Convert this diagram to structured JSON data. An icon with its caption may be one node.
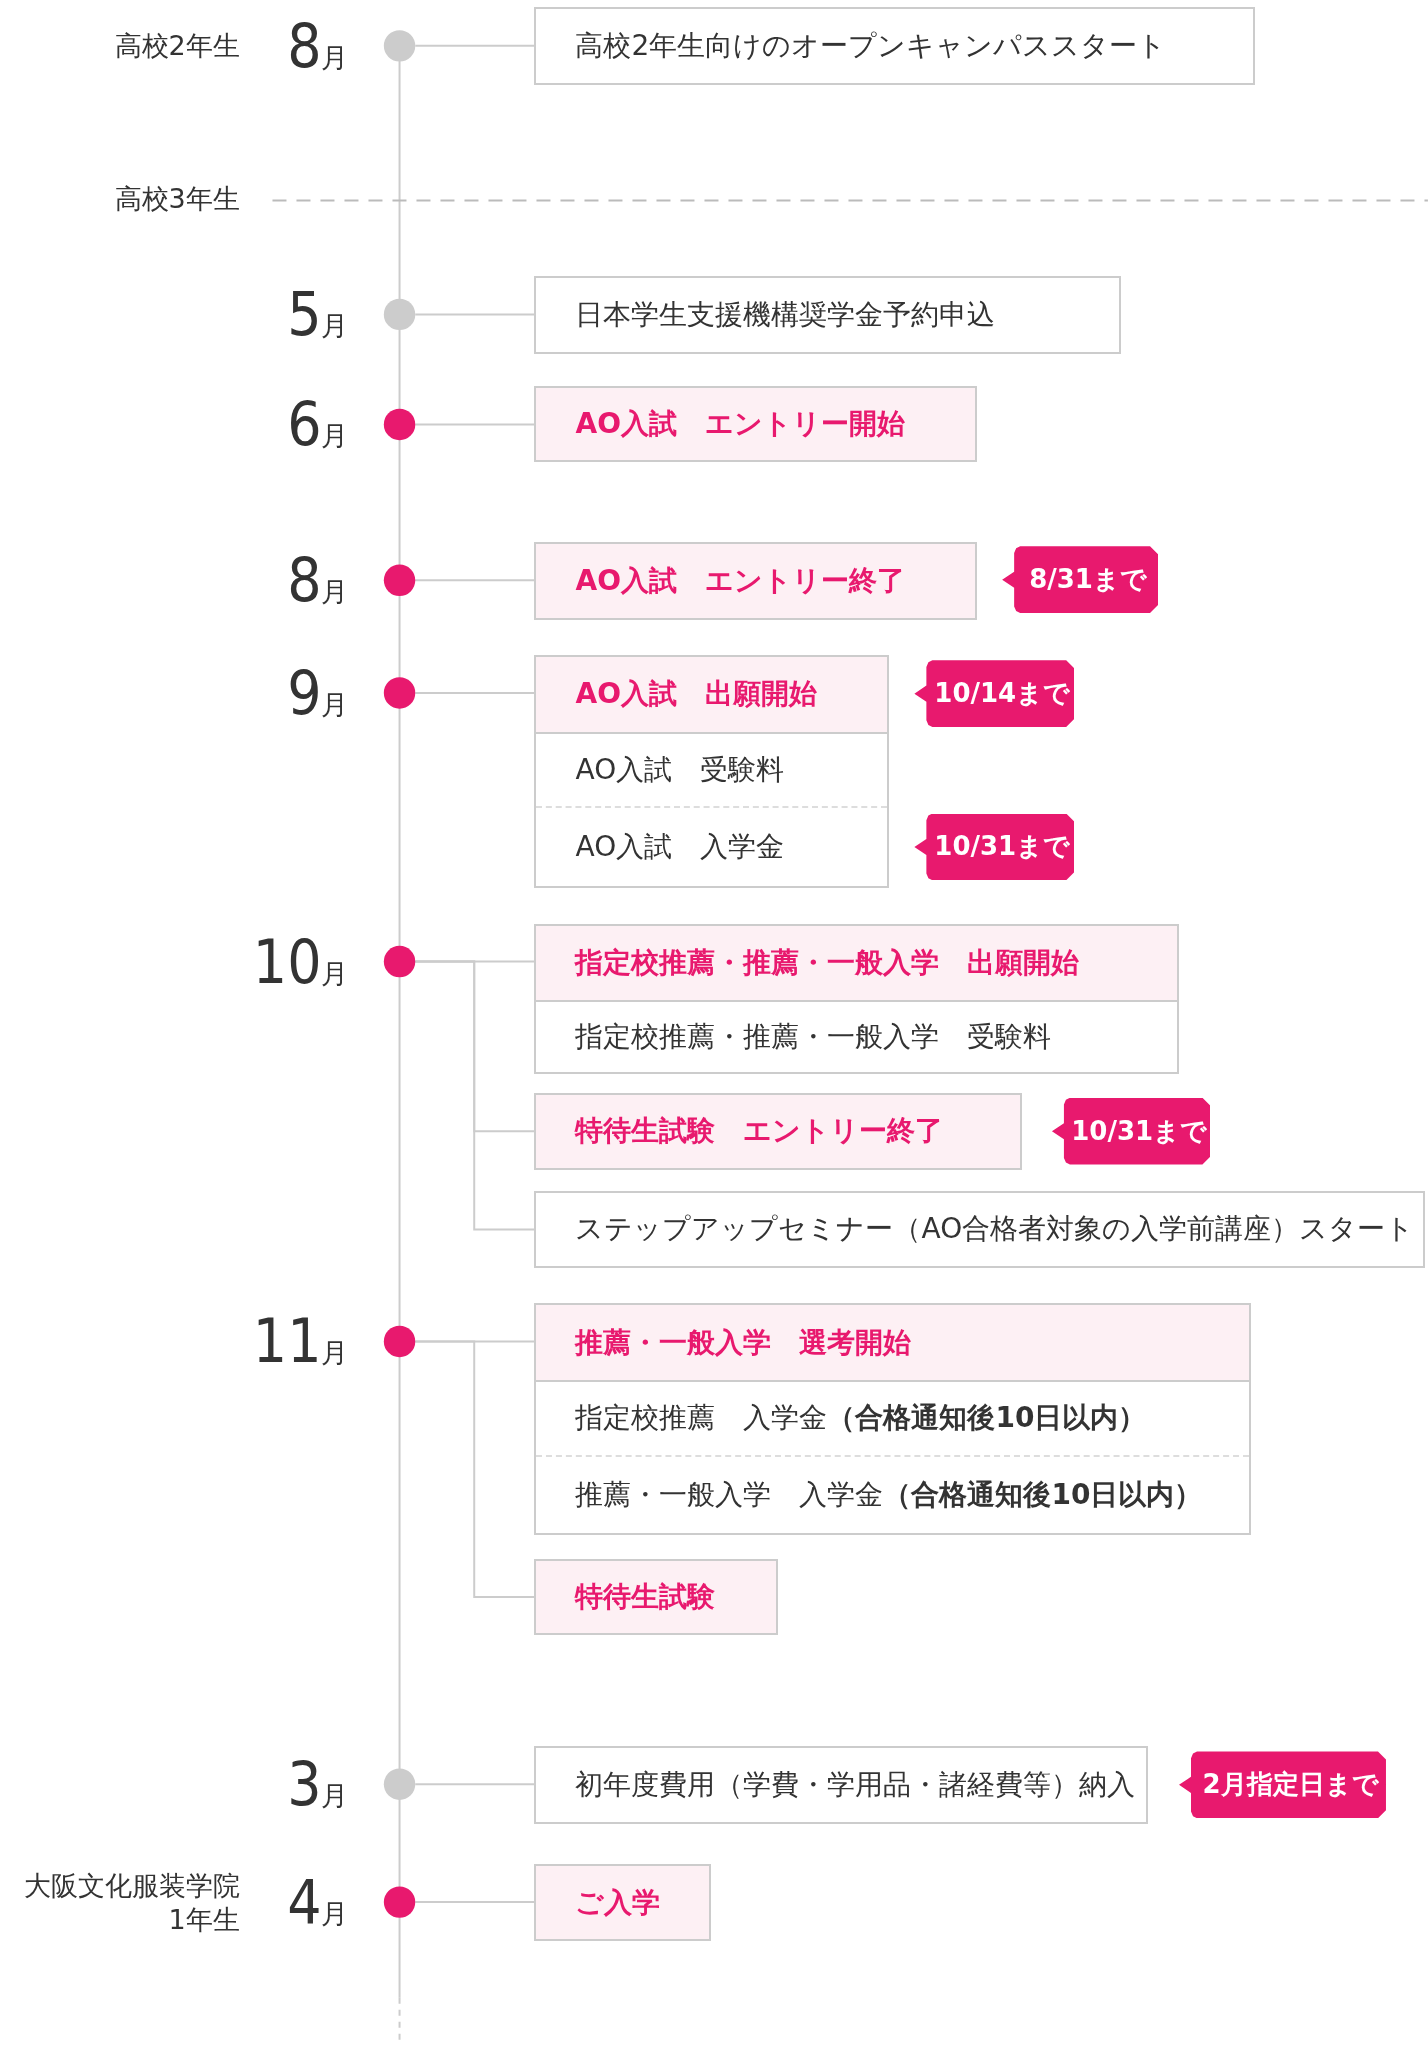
{
  "diagram": {
    "nodes": [
      {
        "text": [],
        "shape": "circle"
      },
      {
        "text": [
          "高校2年生向けのオープンキャンパススタート"
        ]
      },
      {
        "text": [],
        "shape": "circle"
      },
      {
        "text": [
          "日本学生支援機構奨学金予約申込"
        ]
      },
      {
        "text": [],
        "shape": "circle"
      },
      {
        "text": [
          "AO入試　エントリー開始"
        ]
      },
      {
        "text": [],
        "shape": "circle"
      },
      {
        "text": [
          "AO入試　エントリー終了"
        ],
        "beside": [
          "8/31まで"
        ]
      },
      {
        "text": [],
        "shape": "circle"
      },
      {
        "text": [
          "AO入試　出願開始",
          "AO入試　受験料",
          "AO入試　入学金"
        ],
        "beside": [
          "10/14まで",
          "10/31まで"
        ]
      },
      {
        "text": [],
        "shape": "circle"
      },
      {
        "text": [
          "指定校推薦・推薦・一般入学　出願開始",
          "指定校推薦・推薦・一般入学　受験料"
        ]
      },
      {
        "text": [
          "特待生試験　エントリー終了"
        ],
        "beside": [
          "10/31まで"
        ]
      },
      {
        "text": [
          "ステップアップセミナー（AO合格者対象の入学前講座）スタート"
        ]
      },
      {
        "text": [],
        "shape": "circle"
      },
      {
        "text": [
          "推薦・一般入学　選考開始",
          "指定校推薦　入学金**（合格通知後10日以内）**",
          "推薦・一般入学　入学金**（合格通知後10日以内）**"
        ]
      },
      {
        "text": [
          "特待生試験"
        ]
      },
      {
        "text": [],
        "shape": "circle"
      },
      {
        "text": [
          "初年度費用（学費・学用品・諸経費等）納入"
        ],
        "beside": [
          "2月指定日まで"
        ]
      },
      {
        "text": [],
        "shape": "circle"
      },
      {
        "text": [
          "ご入学"
        ]
      }
    ],
    "edges": [
      {
        "from": 0,
        "to": 1,
        "arrow": "none"
      },
      {
        "from": 2,
        "to": 3,
        "arrow": "none"
      },
      {
        "from": 4,
        "to": 5,
        "arrow": "none"
      },
      {
        "from": 6,
        "to": 7,
        "arrow": "none"
      },
      {
        "from": 8,
        "to": 9,
        "arrow": "none"
      },
      {
        "from": 10,
        "to": 11,
        "arrow": "none"
      },
      {
        "from": 10,
        "to": 12,
        "arrow": "none"
      },
      {
        "from": 10,
        "to": 13,
        "arrow": "none"
      },
      {
        "from": 14,
        "to": 15,
        "arrow": "none"
      },
      {
        "from": 14,
        "to": 16,
        "arrow": "none"
      },
      {
        "from": 17,
        "to": 18,
        "arrow": "none"
      },
      {
        "from": 19,
        "to": 20,
        "arrow": "none"
      }
    ],
    "labels": [
      "高校2年生",
      "8月",
      "高校3年生",
      "5月",
      "6月",
      "8月",
      "9月",
      "10月",
      "11月",
      "3月",
      "大阪文化服装学院 1年生",
      "4月"
    ]
  }
}
